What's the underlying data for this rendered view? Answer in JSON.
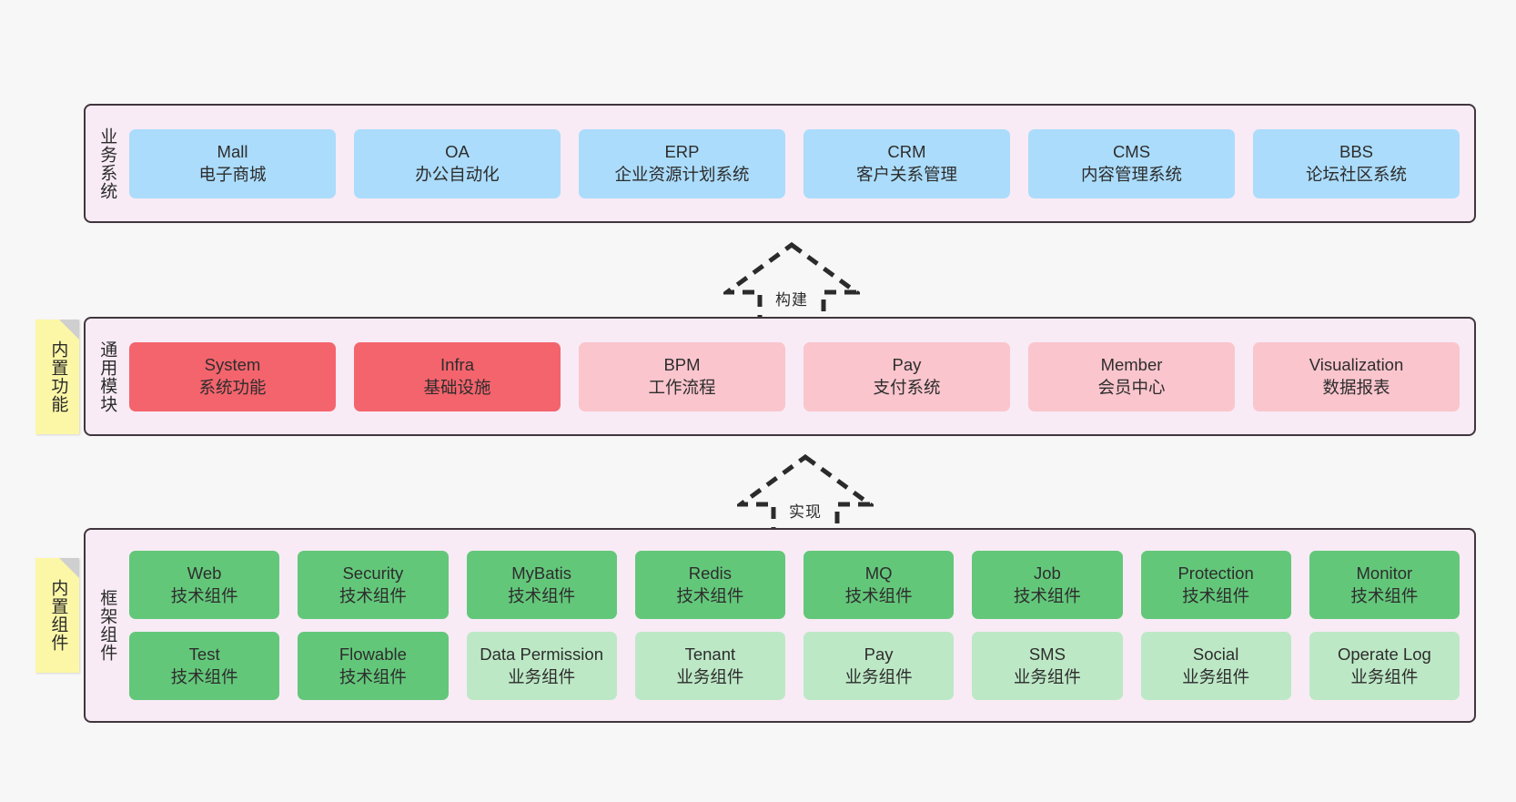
{
  "diagram": {
    "title": "",
    "colors": {
      "canvas_bg": "#f7f7f7",
      "layer_bg": "#f8ebf5",
      "layer_border": "#41363c",
      "blue": "#abdcfb",
      "red": "#f4646d",
      "pink": "#fac5cd",
      "green": "#63c77a",
      "light_green": "#bde8c6",
      "note_yellow": "#fcf7a6",
      "note_fold": "#cfcfcf"
    }
  },
  "layers": [
    {
      "id": "business-systems",
      "title": "业务系统",
      "note": null,
      "rows": [
        {
          "cells": [
            {
              "l1": "Mall",
              "l2": "电子商城",
              "color": "blue"
            },
            {
              "l1": "OA",
              "l2": "办公自动化",
              "color": "blue"
            },
            {
              "l1": "ERP",
              "l2": "企业资源计划系统",
              "color": "blue"
            },
            {
              "l1": "CRM",
              "l2": "客户关系管理",
              "color": "blue"
            },
            {
              "l1": "CMS",
              "l2": "内容管理系统",
              "color": "blue"
            },
            {
              "l1": "BBS",
              "l2": "论坛社区系统",
              "color": "blue"
            }
          ]
        }
      ]
    },
    {
      "id": "common-modules",
      "title": "通用模块",
      "note": "内置功能",
      "rows": [
        {
          "cells": [
            {
              "l1": "System",
              "l2": "系统功能",
              "color": "red"
            },
            {
              "l1": "Infra",
              "l2": "基础设施",
              "color": "red"
            },
            {
              "l1": "BPM",
              "l2": "工作流程",
              "color": "pink"
            },
            {
              "l1": "Pay",
              "l2": "支付系统",
              "color": "pink"
            },
            {
              "l1": "Member",
              "l2": "会员中心",
              "color": "pink"
            },
            {
              "l1": "Visualization",
              "l2": "数据报表",
              "color": "pink"
            }
          ]
        }
      ]
    },
    {
      "id": "framework-components",
      "title": "框架组件",
      "note": "内置组件",
      "rows": [
        {
          "cells": [
            {
              "l1": "Web",
              "l2": "技术组件",
              "color": "green"
            },
            {
              "l1": "Security",
              "l2": "技术组件",
              "color": "green"
            },
            {
              "l1": "MyBatis",
              "l2": "技术组件",
              "color": "green"
            },
            {
              "l1": "Redis",
              "l2": "技术组件",
              "color": "green"
            },
            {
              "l1": "MQ",
              "l2": "技术组件",
              "color": "green"
            },
            {
              "l1": "Job",
              "l2": "技术组件",
              "color": "green"
            },
            {
              "l1": "Protection",
              "l2": "技术组件",
              "color": "green"
            },
            {
              "l1": "Monitor",
              "l2": "技术组件",
              "color": "green"
            }
          ]
        },
        {
          "cells": [
            {
              "l1": "Test",
              "l2": "技术组件",
              "color": "green"
            },
            {
              "l1": "Flowable",
              "l2": "技术组件",
              "color": "green"
            },
            {
              "l1": "Data Permission",
              "l2": "业务组件",
              "color": "light_green",
              "wrap": true
            },
            {
              "l1": "Tenant",
              "l2": "业务组件",
              "color": "light_green"
            },
            {
              "l1": "Pay",
              "l2": "业务组件",
              "color": "light_green"
            },
            {
              "l1": "SMS",
              "l2": "业务组件",
              "color": "light_green"
            },
            {
              "l1": "Social",
              "l2": "业务组件",
              "color": "light_green"
            },
            {
              "l1": "Operate Log",
              "l2": "业务组件",
              "color": "light_green"
            }
          ]
        }
      ]
    }
  ],
  "arrows": [
    {
      "id": "arrow-build",
      "label": "构建"
    },
    {
      "id": "arrow-implement",
      "label": "实现"
    }
  ]
}
